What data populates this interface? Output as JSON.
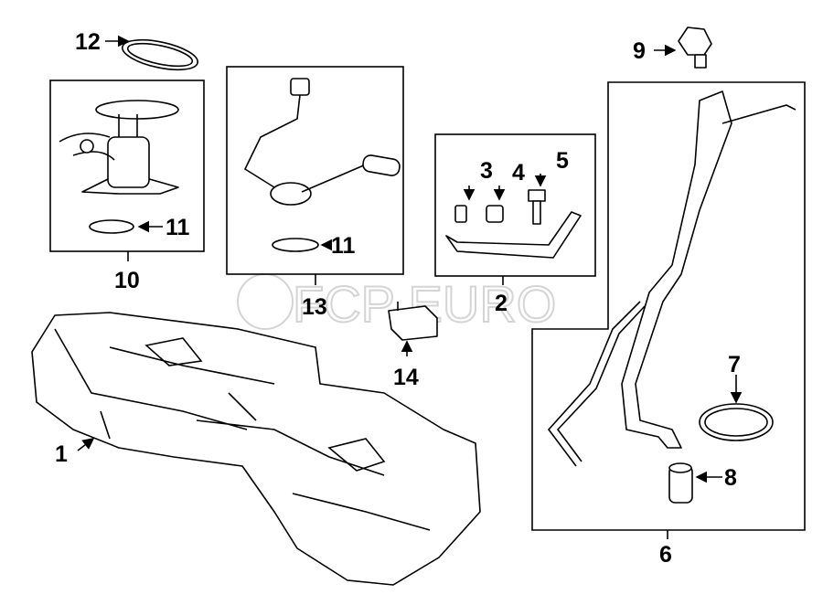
{
  "diagram": {
    "watermark": "FCP EURO",
    "callouts": {
      "tank": "1",
      "bracket_group": "2",
      "stud": "3",
      "nut": "4",
      "bolt": "5",
      "filler_pipe_group": "6",
      "clamp": "7",
      "hose": "8",
      "fuel_cap": "9",
      "fuel_pump_group": "10",
      "seal_pump": "11",
      "seal_sender": "11",
      "lock_ring": "12",
      "sender_group": "13",
      "module": "14"
    }
  }
}
